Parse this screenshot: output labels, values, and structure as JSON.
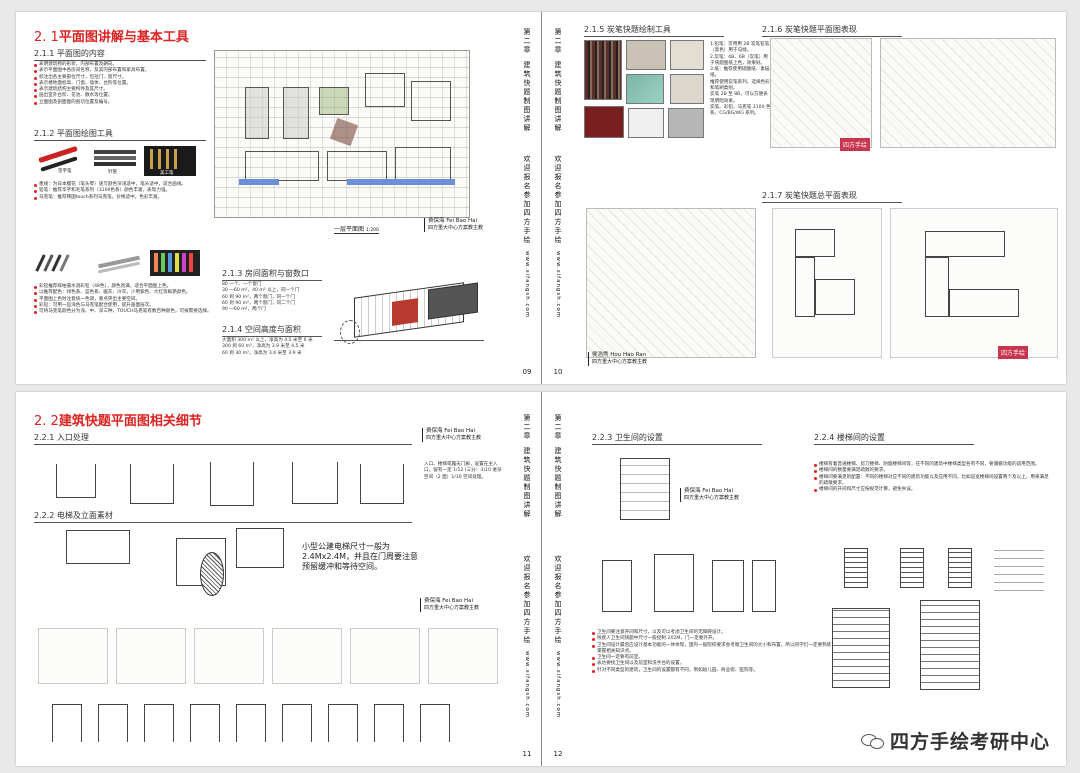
{
  "spread_top": {
    "page9": {
      "section_no": "2. 1",
      "section_title": "平面图讲解与基本工具",
      "sub1": "2.1.1 平面图的内容",
      "bullets1": [
        "表明建筑物的形状、内部布置及朝向。",
        "表示平面图中各房间名称，及其内部布置和家具布置。",
        "标注出各主要部位尺寸，包括门、窗尺寸。",
        "表示楼地面标高、门窗、墙体、台阶等位置。",
        "表示建筑结构主要构件及其尺寸。",
        "画出室外台阶、花池、散水等位置。",
        "立面图及剖面图的剖切位置及编号。"
      ],
      "sub2": "2.1.2 平面图绘图工具",
      "tool_labels": [
        "签字笔",
        "针管",
        "美工笔"
      ],
      "bullets2": [
        "墨线：为日本樱花（笔头零）速写颜色深浅适中，笔头适中，适合画线。",
        "铅笔：推荐华宇和毛笔系列（3100色系）颜色丰富，表现力强。",
        "马克笔：推荐韩国touch系列马克笔，价格适中，色彩丰富。"
      ],
      "bullets3": [
        "彩铅推荐辉柏嘉水溶彩铅（48色），颜色饱满，适合平面图上色。",
        "以推荐配色：绿色系、蓝色系、暖灰、冷灰，少用紫色、大红等鲜艳颜色。",
        "平面图上色时注意统一色调，重点突出主要空间。",
        "彩铅：可用一些浅色与马克笔配合使用，提升画面层次。",
        "可将马克笔颜色分为浅、中、深三种，TOUCH马克笔有数百种颜色，可按需要选择。"
      ],
      "sub3": "2.1.3 房间面积与窗数口",
      "room_lines": [
        "80 一个、一个窗门",
        "30 一60 m²，40 m² 以上，同一个门",
        "60 到 90 m²，两个窗门，同一个门",
        "60 到 90 m²，两个窗门，同二个门",
        "90 一60 m²，两个门"
      ],
      "sub4": "2.1.4 空间高度与面积",
      "height_lines": [
        "大面积 300 m² 以上，净高为 4.5 米至 6 米",
        "300 到 60 m²，净高为 3.9 米至 4.5 米",
        "60 到 30 m²，净高为 3.6 米至 3.9 米"
      ],
      "plan_tag": "一层平面图",
      "plan_scale": "1:200",
      "author_name": "费保海 Fei Bao Hai",
      "author_role": "四方重大中心方案教主教"
    },
    "spine_left": {
      "chapter": "第二章",
      "title": "建筑快题制图讲解",
      "promo": "欢迎报名参加四方手绘",
      "url": "www.sifangsh.com",
      "page": "09"
    },
    "spine_right": {
      "chapter": "第二章",
      "title": "建筑快题制图讲解",
      "promo": "欢迎报名参加四方手绘",
      "url": "www.sifangsh.com",
      "page": "10"
    },
    "page10": {
      "sub5": "2.1.5 炭笔快题绘制工具",
      "tools_text": [
        "1.铅笔：可用用 2B 炭笔铅笔（黑色）用于勾线。",
        "2.炭笔：4B、6B（炭笔）用于快题图纸上色，效果好。",
        "3.纸：推荐使用硫酸纸、素描纸。",
        "推荐使用炭笔系列，选择色彩和笔刷类别。",
        "炭笔 2B 至 8B，可以方便表现明暗效果。",
        "炭笔、彩铅、马克笔 3100 色系、CG/BG/WG 系列。"
      ],
      "sub6": "2.1.6 炭笔快题平面图表现",
      "sub7": "2.1.7 炭笔快题总平面表现",
      "author_name": "侯浩然 Hou Hao Ran",
      "author_role": "四方重大中心方案教主教",
      "stamp": "四方手绘"
    }
  },
  "spread_bottom": {
    "page11": {
      "section_no": "2. 2",
      "section_title": "建筑快题平面图相关细节",
      "sub1": "2.2.1 入口处理",
      "author_name": "费保海 Fei Bao Hai",
      "author_role": "四方重大中心方案教主教",
      "entry_note": "入口、楼梯或露天门廊，设置在主入口，留有一定 1/12 (三分：3)10 进深空间（2 面）1/10 空间处理。",
      "sub2": "2.2.2 电梯及立面素材",
      "elevator_text": "小型公建电梯尺寸一般为 2.4Mx2.4M，并且在门周要注意预留缓冲和等待空间。",
      "author2_name": "费保海 Fei Bao Hai",
      "author2_role": "四方重大中心方案教主教"
    },
    "spine_left": {
      "chapter": "第二章",
      "title": "建筑快题制图讲解",
      "promo": "欢迎报名参加四方手绘",
      "url": "www.sifangsh.com",
      "page": "11"
    },
    "spine_right": {
      "chapter": "第二章",
      "title": "建筑快题制图讲解",
      "promo": "欢迎报名参加四方手绘",
      "url": "www.sifangsh.com",
      "page": "12"
    },
    "page12": {
      "sub3": "2.2.3 卫生间的设置",
      "author_name": "费保海 Fei Bao Hai",
      "author_role": "四方重大中心方案教主教",
      "sub4": "2.2.4 楼梯间的设置",
      "stair_bullets": [
        "楼梯有着普通楼梯、剪刀楼梯、防烟楼梯间等，在不同的建筑中楼梯类型各有不同，要遵循功能的适用范围。",
        "楼梯间的数量要满足疏散的要求。",
        "楼梯间要满足的配置：不同的楼梯对应不同的建筑功能以及应用不同，比如说宽楼梯间设置两个及以上，用来满足的疏散要求。",
        "楼梯间的开间和尺寸应按规范计算，避免失误。"
      ],
      "wc_bullets": [
        "卫生间要注意开间和尺寸，以及可以考虑卫生间的无障碍设计。",
        "残疾人卫生间快题中尺寸一般控制 2X2M，门一定要外开。",
        "卫生间设计最后应设计基本功能的一体体现，国内一般院校要求会考察卫生间的大小和布置，所以同学们一定要熟练掌握相关知识点。",
        "卫生间一定要有前室。",
        "表达要找卫生间以及前室和洗手台的设置。",
        "针对不同类型的建筑，卫生间的设置都有不同，例如幼儿园、商业街、医院等。"
      ]
    },
    "watermark": "四方手绘考研中心"
  }
}
